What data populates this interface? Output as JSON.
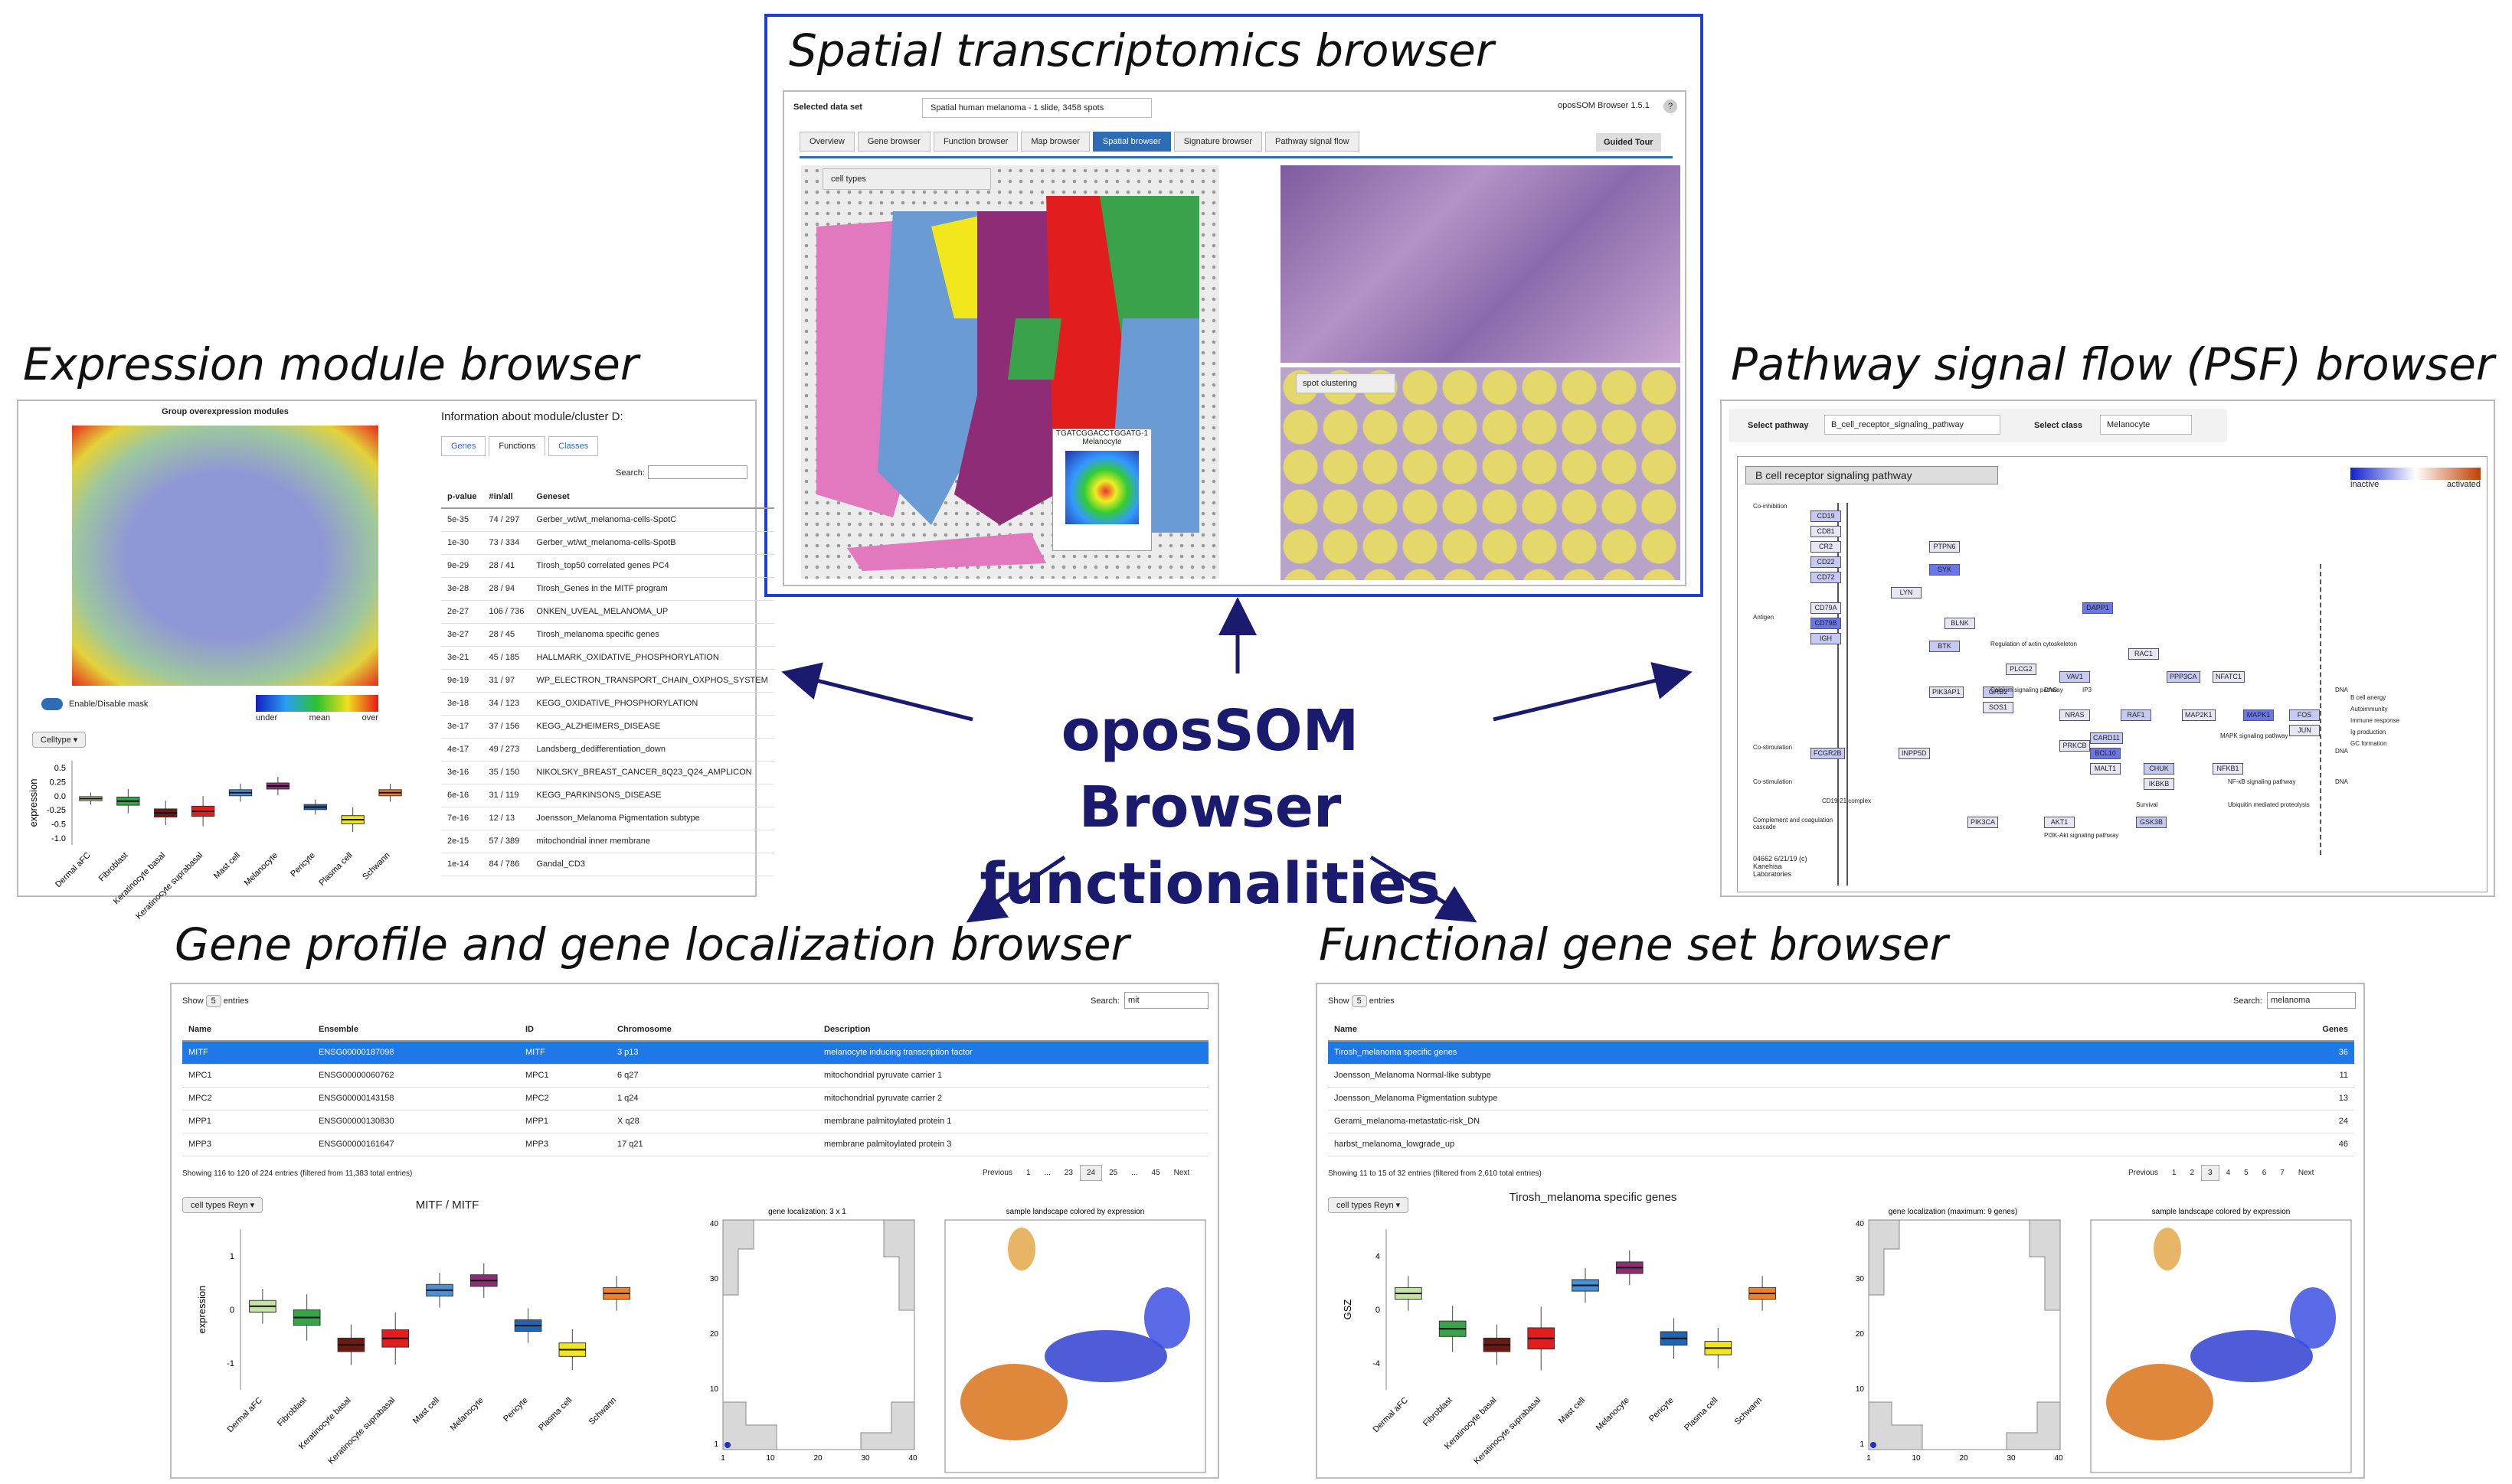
{
  "center": {
    "line1": "oposSOM Browser",
    "line2": "functionalities"
  },
  "headings": {
    "spatial": "Spatial transcriptomics browser",
    "expression": "Expression module browser",
    "psf": "Pathway signal flow (PSF) browser",
    "gene": "Gene profile and gene localization browser",
    "functional": "Functional gene set browser"
  },
  "spatial": {
    "selected_label": "Selected data set",
    "dataset": "Spatial human melanoma - 1 slide, 3458 spots",
    "version": "oposSOM Browser 1.5.1",
    "tabs": [
      "Overview",
      "Gene browser",
      "Function browser",
      "Map browser",
      "Spatial browser",
      "Signature browser",
      "Pathway signal flow"
    ],
    "active_tab": "Spatial browser",
    "tour": "Guided Tour",
    "select1": "cell types",
    "select2": "spot clustering",
    "tooltip_barcode": "TGATCGGACCTGGATG-1",
    "tooltip_label": "Melanocyte"
  },
  "expression": {
    "plot_title": "Group overexpression modules",
    "mask_label": "Enable/Disable mask",
    "legend": [
      "under",
      "mean",
      "over"
    ],
    "celltype": "Celltype",
    "ylabel": "expression",
    "yticks": [
      "0.5",
      "0.25",
      "0.0",
      "-0.25",
      "-0.5",
      "-1.0"
    ],
    "categories": [
      "Dermal aFC",
      "Fibroblast",
      "Keratinocyte basal",
      "Keratinocyte suprabasal",
      "Mast cell",
      "Melanocyte",
      "Pericyte",
      "Plasma cell",
      "Schwann"
    ],
    "info_title": "Information about module/cluster D:",
    "tabs": [
      "Genes",
      "Functions",
      "Classes"
    ],
    "search": "Search:",
    "cols": [
      "p-value",
      "#in/all",
      "Geneset"
    ],
    "rows": [
      [
        "5e-35",
        "74 / 297",
        "Gerber_wt/wt_melanoma-cells-SpotC"
      ],
      [
        "1e-30",
        "73 / 334",
        "Gerber_wt/wt_melanoma-cells-SpotB"
      ],
      [
        "9e-29",
        "28 / 41",
        "Tirosh_top50 correlated genes PC4"
      ],
      [
        "3e-28",
        "28 / 94",
        "Tirosh_Genes in the MITF program"
      ],
      [
        "2e-27",
        "106 / 736",
        "ONKEN_UVEAL_MELANOMA_UP"
      ],
      [
        "3e-27",
        "28 / 45",
        "Tirosh_melanoma specific genes"
      ],
      [
        "3e-21",
        "45 / 185",
        "HALLMARK_OXIDATIVE_PHOSPHORYLATION"
      ],
      [
        "9e-19",
        "31 / 97",
        "WP_ELECTRON_TRANSPORT_CHAIN_OXPHOS_SYSTEM"
      ],
      [
        "3e-18",
        "34 / 123",
        "KEGG_OXIDATIVE_PHOSPHORYLATION"
      ],
      [
        "3e-17",
        "37 / 156",
        "KEGG_ALZHEIMERS_DISEASE"
      ],
      [
        "4e-17",
        "49 / 273",
        "Landsberg_dedifferentiation_down"
      ],
      [
        "3e-16",
        "35 / 150",
        "NIKOLSKY_BREAST_CANCER_8Q23_Q24_AMPLICON"
      ],
      [
        "6e-16",
        "31 / 119",
        "KEGG_PARKINSONS_DISEASE"
      ],
      [
        "7e-16",
        "12 / 13",
        "Joensson_Melanoma Pigmentation subtype"
      ],
      [
        "2e-15",
        "57 / 389",
        "mitochondrial inner membrane"
      ],
      [
        "1e-14",
        "84 / 786",
        "Gandal_CD3"
      ]
    ]
  },
  "psf": {
    "select_pathway_label": "Select pathway",
    "pathway": "B_cell_receptor_signaling_pathway",
    "select_class_label": "Select class",
    "class_value": "Melanocyte",
    "legend": [
      "inactive",
      "activated"
    ],
    "title": "B cell receptor signaling pathway",
    "footer": "04662 6/21/19 (c) Kanehisa Laboratories",
    "nodes": [
      "CD19",
      "CD81",
      "CR2",
      "CD22",
      "LYN",
      "SYK",
      "BTK",
      "BLNK",
      "PLCG2",
      "VAV1",
      "DAPP1",
      "RAC1",
      "PPP3CA",
      "NFATC1",
      "PIK3AP1",
      "GRB2",
      "SOS1",
      "NRAS",
      "RAF1",
      "MAP2K1",
      "MAPK1",
      "FOS",
      "JUN",
      "PRKCB",
      "CARD11",
      "BCL10",
      "MALT1",
      "CHUK",
      "IKBKB",
      "NFKB1",
      "FCGR2B",
      "INPP5D",
      "PTPN6",
      "CD72",
      "CD79A",
      "CD79B",
      "IGH",
      "PIK3CA",
      "AKT1",
      "GSK3B"
    ],
    "labels": [
      "Co-inhibition",
      "Antigen",
      "Co-stimulation",
      "Co-stimulation",
      "Regulation of actin cytoskeleton",
      "Calcium signaling pathway",
      "MAPK signaling pathway",
      "NF-κB signaling pathway",
      "PI3K-Akt signaling pathway",
      "Complement and coagulation cascade",
      "Ubiquitin mediated proteolysis",
      "B cell anergy",
      "Autoimmunity",
      "Immune response",
      "Ig production",
      "GC formation",
      "DNA",
      "DNA",
      "DNA",
      "DAG",
      "IP3",
      "Survival",
      "CD19-21 complex"
    ]
  },
  "gene": {
    "show": "Show",
    "show_n": "5",
    "entries": "entries",
    "search": "Search:",
    "search_value": "mit",
    "cols": [
      "Name",
      "Ensemble",
      "ID",
      "Chromosome",
      "Description"
    ],
    "rows": [
      [
        "MITF",
        "ENSG00000187098",
        "MITF",
        "3 p13",
        "melanocyte inducing transcription factor"
      ],
      [
        "MPC1",
        "ENSG00000060762",
        "MPC1",
        "6 q27",
        "mitochondrial pyruvate carrier 1"
      ],
      [
        "MPC2",
        "ENSG00000143158",
        "MPC2",
        "1 q24",
        "mitochondrial pyruvate carrier 2"
      ],
      [
        "MPP1",
        "ENSG00000130830",
        "MPP1",
        "X q28",
        "membrane palmitoylated protein 1"
      ],
      [
        "MPP3",
        "ENSG00000161647",
        "MPP3",
        "17 q21",
        "membrane palmitoylated protein 3"
      ]
    ],
    "info": "Showing 116 to 120 of 224 entries (filtered from 11,383 total entries)",
    "pages": [
      "Previous",
      "1",
      "...",
      "23",
      "24",
      "25",
      "...",
      "45",
      "Next"
    ],
    "cur_page": "24",
    "celltypes": "cell types Reyn",
    "plot_title": "MITF  /  MITF",
    "ylabel": "expression",
    "yticks": [
      "1",
      "0",
      "-1"
    ],
    "categories": [
      "Dermal aFC",
      "Fibroblast",
      "Keratinocyte basal",
      "Keratinocyte suprabasal",
      "Mast cell",
      "Melanocyte",
      "Pericyte",
      "Plasma cell",
      "Schwann"
    ],
    "loc_title": "gene localization: 3 x 1",
    "loc_yticks": [
      "40",
      "30",
      "20",
      "10",
      "1"
    ],
    "loc_xticks": [
      "1",
      "10",
      "20",
      "30",
      "40"
    ],
    "landscape_title": "sample landscape colored by expression"
  },
  "functional": {
    "show": "Show",
    "show_n": "5",
    "entries": "entries",
    "search": "Search:",
    "search_value": "melanoma",
    "cols": [
      "Name",
      "Genes"
    ],
    "rows": [
      [
        "Tirosh_melanoma specific genes",
        "36"
      ],
      [
        "Joensson_Melanoma Normal-like subtype",
        "11"
      ],
      [
        "Joensson_Melanoma Pigmentation subtype",
        "13"
      ],
      [
        "Gerami_melanoma-metastatic-risk_DN",
        "24"
      ],
      [
        "harbst_melanoma_lowgrade_up",
        "46"
      ]
    ],
    "info": "Showing 11 to 15 of 32 entries (filtered from 2,610 total entries)",
    "pages": [
      "Previous",
      "1",
      "2",
      "3",
      "4",
      "5",
      "6",
      "7",
      "Next"
    ],
    "cur_page": "3",
    "celltypes": "cell types Reyn",
    "plot_title": "Tirosh_melanoma specific genes",
    "ylabel": "GSZ",
    "yticks": [
      "4",
      "0",
      "-4"
    ],
    "categories": [
      "Dermal aFC",
      "Fibroblast",
      "Keratinocyte basal",
      "Keratinocyte suprabasal",
      "Mast cell",
      "Melanocyte",
      "Pericyte",
      "Plasma cell",
      "Schwann"
    ],
    "loc_title": "gene localization (maximum: 9 genes)",
    "loc_yticks": [
      "40",
      "30",
      "20",
      "10",
      "1"
    ],
    "loc_xticks": [
      "1",
      "10",
      "20",
      "30",
      "40"
    ],
    "landscape_title": "sample landscape colored by expression"
  },
  "colors": {
    "arrow": "#1a1a6e",
    "accent_blue": "#1f3fd4",
    "tab_active": "#2e6db4",
    "celltype": [
      "#c6e2a6",
      "#3aa24a",
      "#6b1a12",
      "#e11d1d",
      "#4a90d9",
      "#8e2c78",
      "#2165b0",
      "#f2e61c",
      "#f08224"
    ]
  }
}
